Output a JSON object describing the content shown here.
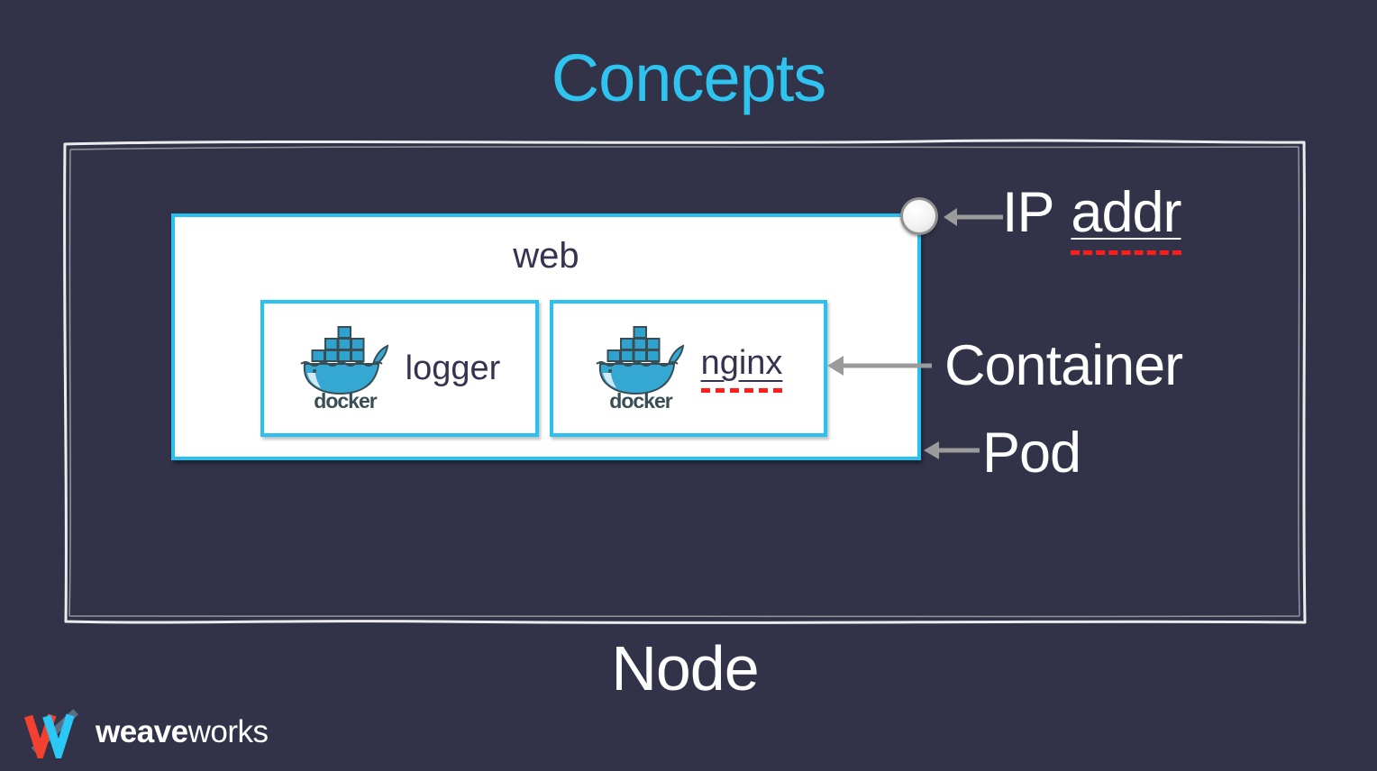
{
  "slide": {
    "title": "Concepts",
    "node_label": "Node"
  },
  "pod": {
    "label": "web",
    "containers": [
      {
        "label": "logger"
      },
      {
        "label": "nginx"
      }
    ]
  },
  "docker_wordmark": "docker",
  "callouts": {
    "ip_prefix": "IP",
    "ip_underlined": "addr",
    "container": "Container",
    "pod": "Pod"
  },
  "brand": {
    "bold": "weave",
    "light": "works"
  },
  "icons": {
    "docker_logo": "whale-carrying-containers",
    "weaveworks_mark": "w-chevrons-red-cyan-slate",
    "ip_endpoint": "gray-circle-dot",
    "callout_arrows": "left-pointing-gray-arrow"
  },
  "colors": {
    "background": "#323349",
    "title_accent": "#2FC3F0",
    "box_border_cyan": "#29C2F0",
    "node_border": "#ECECEC",
    "white": "#FFFFFF",
    "dark_text": "#343450",
    "arrow_gray": "#9B9B9B",
    "spellcheck_red": "#FF1C1C",
    "docker_blue": "#2FA3CE",
    "docker_dark": "#394D54",
    "weave_red": "#F4402F",
    "weave_cyan": "#2BC7F5",
    "weave_slate": "#5C6F88"
  }
}
